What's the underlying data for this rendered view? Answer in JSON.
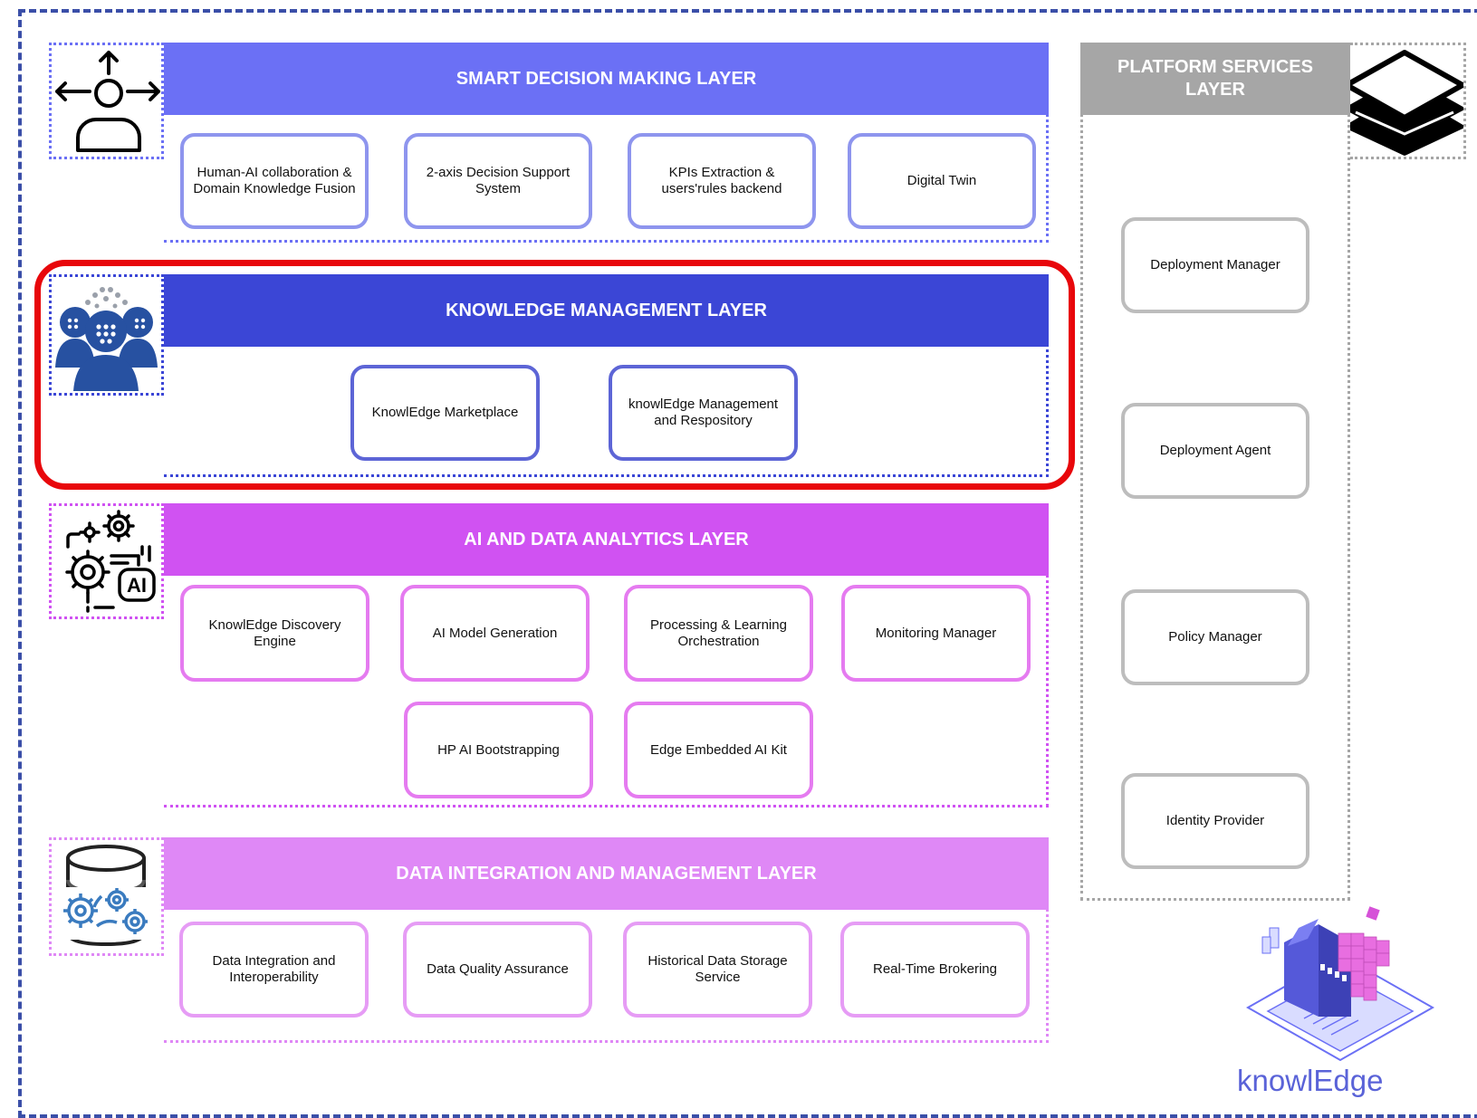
{
  "layers": {
    "smart": {
      "title": "SMART DECISION MAKING LAYER",
      "color": "#6b70f5",
      "components": [
        "Human-AI collaboration & Domain Knowledge Fusion",
        "2-axis Decision Support System",
        "KPIs Extraction & users'rules backend",
        "Digital Twin"
      ]
    },
    "knowledge": {
      "title": "KNOWLEDGE MANAGEMENT LAYER",
      "color": "#3b46d6",
      "highlight_color": "#e8070b",
      "components": [
        "KnowlEdge Marketplace",
        "knowlEdge Management and Respository"
      ]
    },
    "ai": {
      "title": "AI AND DATA ANALYTICS LAYER",
      "color": "#d052f2",
      "components": [
        "KnowlEdge Discovery Engine",
        "AI Model Generation",
        "Processing & Learning Orchestration",
        "Monitoring Manager",
        "HP AI Bootstrapping",
        "Edge Embedded AI Kit"
      ]
    },
    "data": {
      "title": "DATA INTEGRATION AND MANAGEMENT LAYER",
      "color": "#df88f6",
      "components": [
        "Data Integration and Interoperability",
        "Data Quality Assurance",
        "Historical Data Storage Service",
        "Real-Time Brokering"
      ]
    },
    "platform": {
      "title": "PLATFORM SERVICES LAYER",
      "color": "#a6a6a6",
      "components": [
        "Deployment Manager",
        "Deployment Agent",
        "Policy Manager",
        "Identity Provider"
      ]
    }
  },
  "icons": {
    "smart": "person-arrows-icon",
    "knowledge": "people-network-icon",
    "ai": "gears-ai-icon",
    "ai_badge": "AI",
    "data": "database-gears-icon",
    "platform": "stacked-layers-icon"
  },
  "logo": {
    "text": "knowlEdge",
    "name": "factory-cube-logo"
  }
}
